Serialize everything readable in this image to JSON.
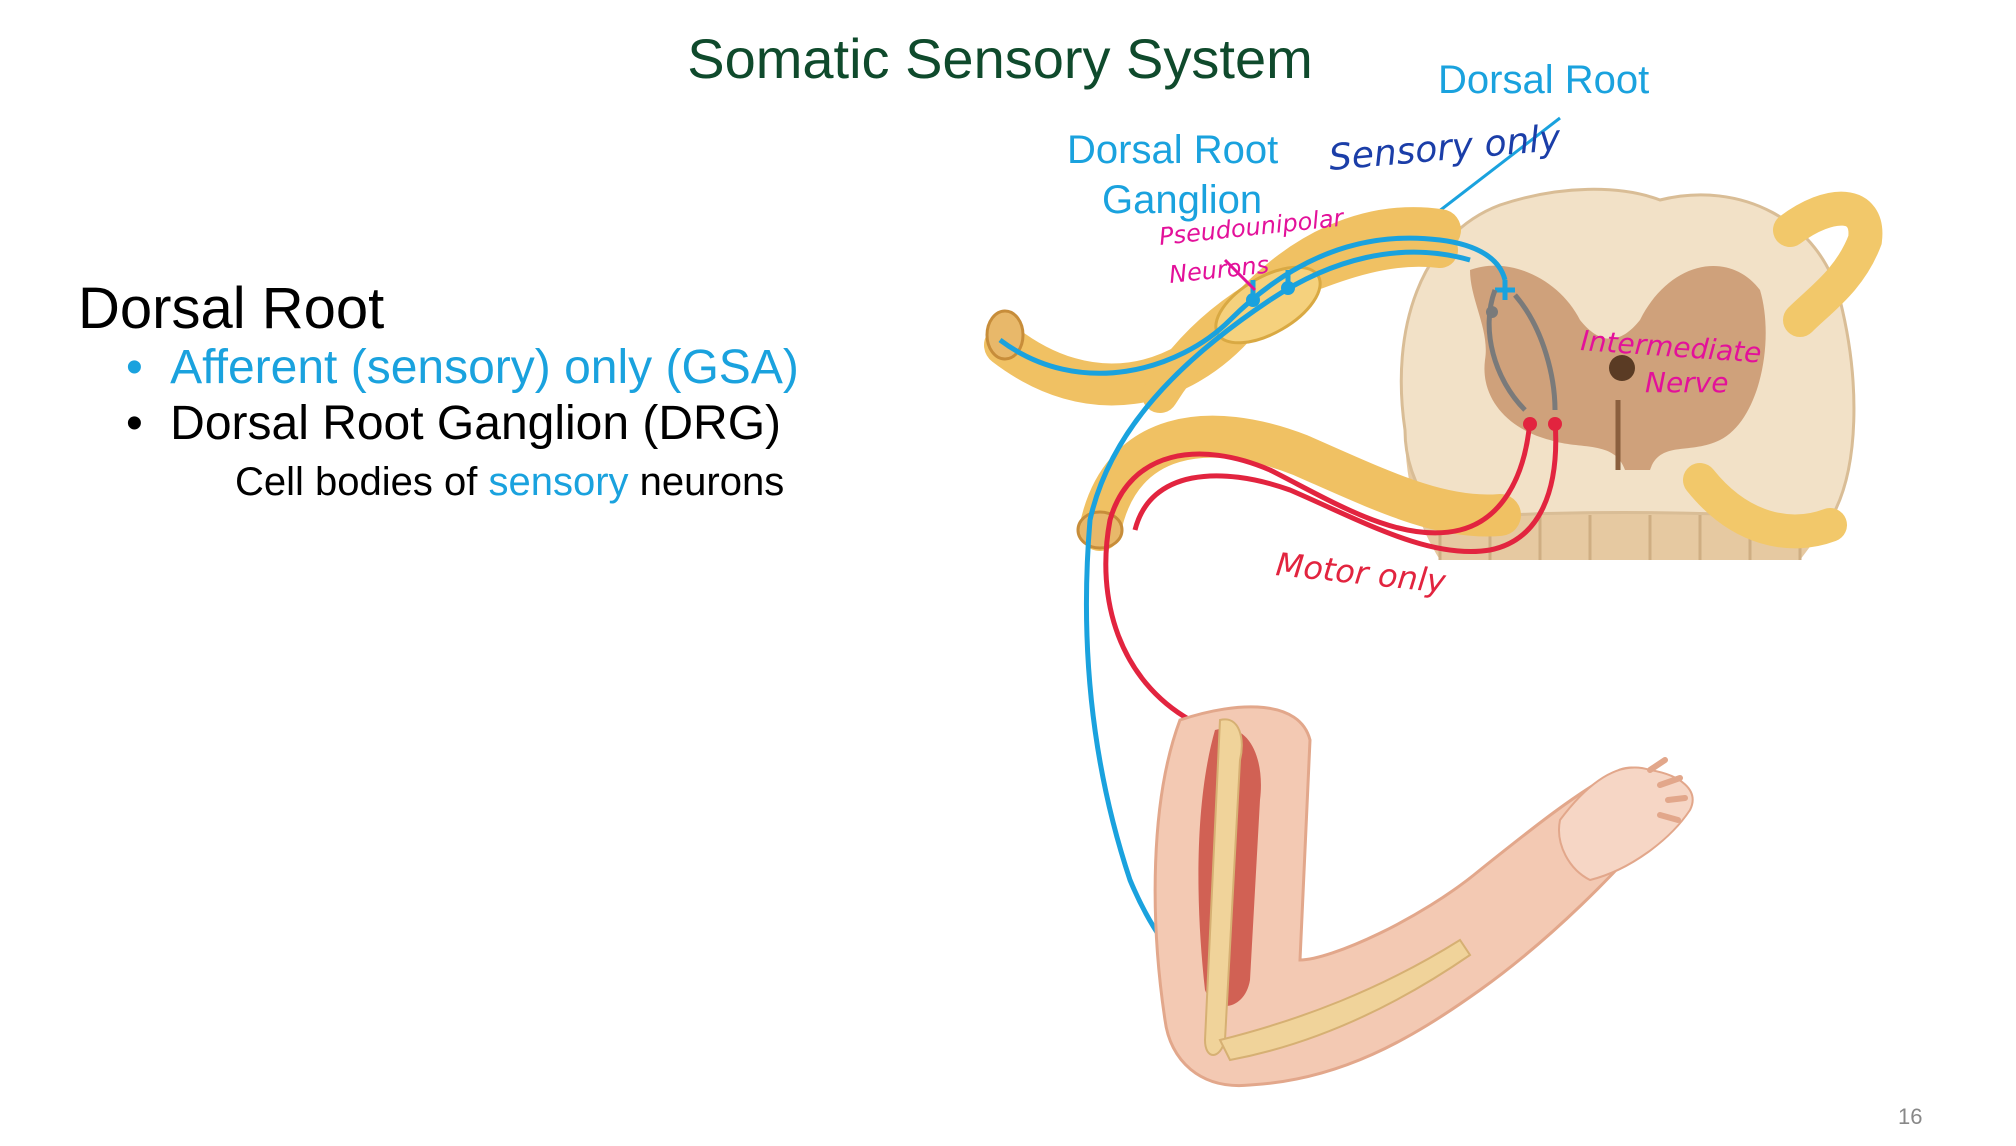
{
  "slide": {
    "title": "Somatic Sensory System",
    "page_number": "16"
  },
  "content": {
    "heading": "Dorsal Root",
    "bullets": [
      {
        "marker": "•",
        "text": "Afferent (sensory) only (GSA)"
      },
      {
        "marker": "•",
        "text": "Dorsal Root Ganglion (DRG)"
      }
    ],
    "sub_text_before": "Cell bodies of ",
    "sub_text_highlight": "sensory",
    "sub_text_after": " neurons"
  },
  "diagram_labels": {
    "dorsal_root": "Dorsal Root",
    "drg_line1": "Dorsal Root",
    "drg_line2": "Ganglion"
  },
  "annotations": {
    "sensory_only": "Sensory only",
    "pseudo_line1": "Pseudounipolar",
    "pseudo_line2": "Neurons",
    "intermediate_line1": "Intermediate",
    "intermediate_line2": "Nerve",
    "motor_only": "Motor only"
  },
  "colors": {
    "title": "#0f4a2c",
    "accent_blue": "#1aa2de",
    "sensory_annotation": "#1b3ea8",
    "pink_annotation": "#e3119a",
    "motor_red": "#e2243f",
    "nerve_yellow": "#f2c86a",
    "cord_tan": "#ecd6b6",
    "gray_matter": "#c9956d"
  }
}
